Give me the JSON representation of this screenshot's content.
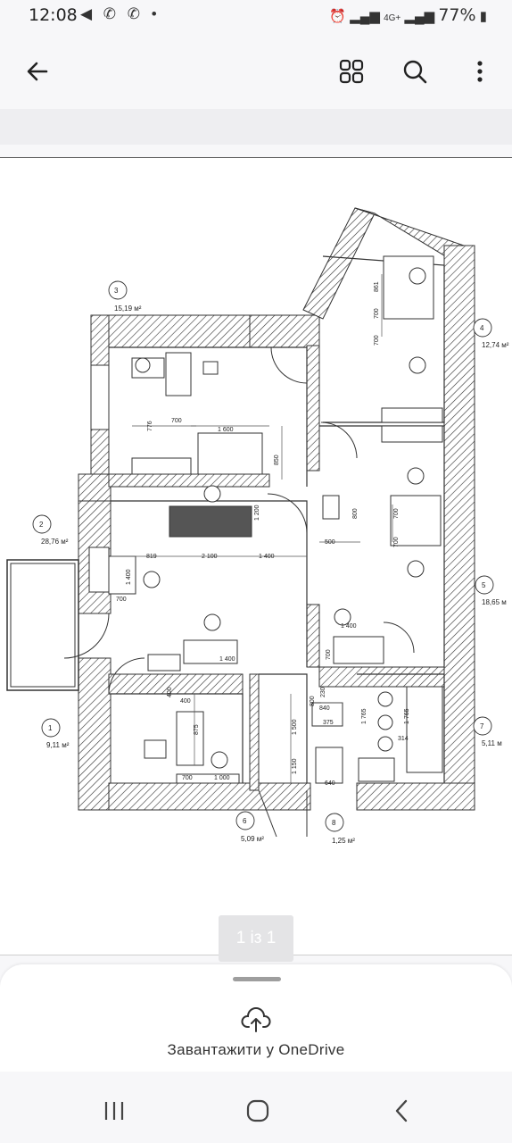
{
  "status_bar": {
    "time": "12:08",
    "left_icons": "◀ ✆ ✆ •",
    "network": "4G+",
    "battery": "77%"
  },
  "toolbar": {
    "back_icon": "arrow-left-icon",
    "grid_icon": "grid-icon",
    "search_icon": "search-icon",
    "more_icon": "more-vertical-icon"
  },
  "plan": {
    "rooms": [
      {
        "num": "1",
        "area": "9,11 м²"
      },
      {
        "num": "2",
        "area": "28,76 м²"
      },
      {
        "num": "3",
        "area": "15,19 м²"
      },
      {
        "num": "4",
        "area": "12,74 м²"
      },
      {
        "num": "5",
        "area": "18,65 м"
      },
      {
        "num": "6",
        "area": "5,09 м²"
      },
      {
        "num": "7",
        "area": "5,11 м"
      },
      {
        "num": "8",
        "area": "1,25 м²"
      }
    ],
    "dims": [
      "776",
      "700",
      "1 600",
      "850",
      "861",
      "700",
      "700",
      "1 200",
      "819",
      "2 100",
      "1 400",
      "1 400",
      "700",
      "800",
      "500",
      "700",
      "700",
      "1 400",
      "700",
      "1 400",
      "400",
      "400",
      "875",
      "700",
      "1 000",
      "1 500",
      "1 150",
      "230",
      "800",
      "840",
      "375",
      "640",
      "1 765",
      "1 765",
      "314"
    ]
  },
  "page_indicator": "1 із 1",
  "bottom_sheet": {
    "upload_label": "Завантажити у OneDrive"
  },
  "colors": {
    "background": "#f7f7f9",
    "document": "#ffffff",
    "page_indicator": "#e4e4e6"
  }
}
